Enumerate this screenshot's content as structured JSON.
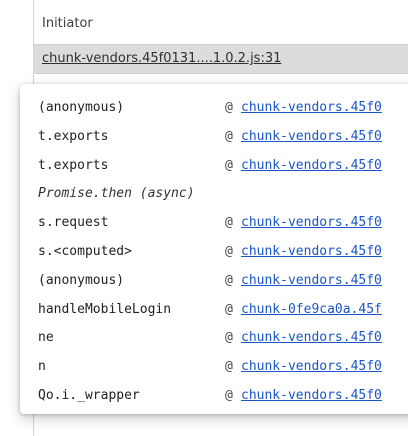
{
  "header": {
    "column_title": "Initiator"
  },
  "selected_row": {
    "link_text": "chunk-vendors.45f0131....1.0.2.js:31"
  },
  "call_stack": [
    {
      "kind": "frame",
      "function": "(anonymous)",
      "at": "@",
      "source": "chunk-vendors.45f0"
    },
    {
      "kind": "frame",
      "function": "t.exports",
      "at": "@",
      "source": "chunk-vendors.45f0"
    },
    {
      "kind": "frame",
      "function": "t.exports",
      "at": "@",
      "source": "chunk-vendors.45f0"
    },
    {
      "kind": "async",
      "function": "Promise.then (async)"
    },
    {
      "kind": "frame",
      "function": "s.request",
      "at": "@",
      "source": "chunk-vendors.45f0"
    },
    {
      "kind": "frame",
      "function": "s.<computed>",
      "at": "@",
      "source": "chunk-vendors.45f0"
    },
    {
      "kind": "frame",
      "function": "(anonymous)",
      "at": "@",
      "source": "chunk-vendors.45f0"
    },
    {
      "kind": "frame",
      "function": "handleMobileLogin",
      "at": "@",
      "source": "chunk-0fe9ca0a.45f"
    },
    {
      "kind": "frame",
      "function": "ne",
      "at": "@",
      "source": "chunk-vendors.45f0"
    },
    {
      "kind": "frame",
      "function": "n",
      "at": "@",
      "source": "chunk-vendors.45f0"
    },
    {
      "kind": "frame",
      "function": "Qo.i._wrapper",
      "at": "@",
      "source": "chunk-vendors.45f0"
    }
  ],
  "colors": {
    "link": "#1a56c9",
    "selected_row_bg": "#dcdcdc"
  }
}
